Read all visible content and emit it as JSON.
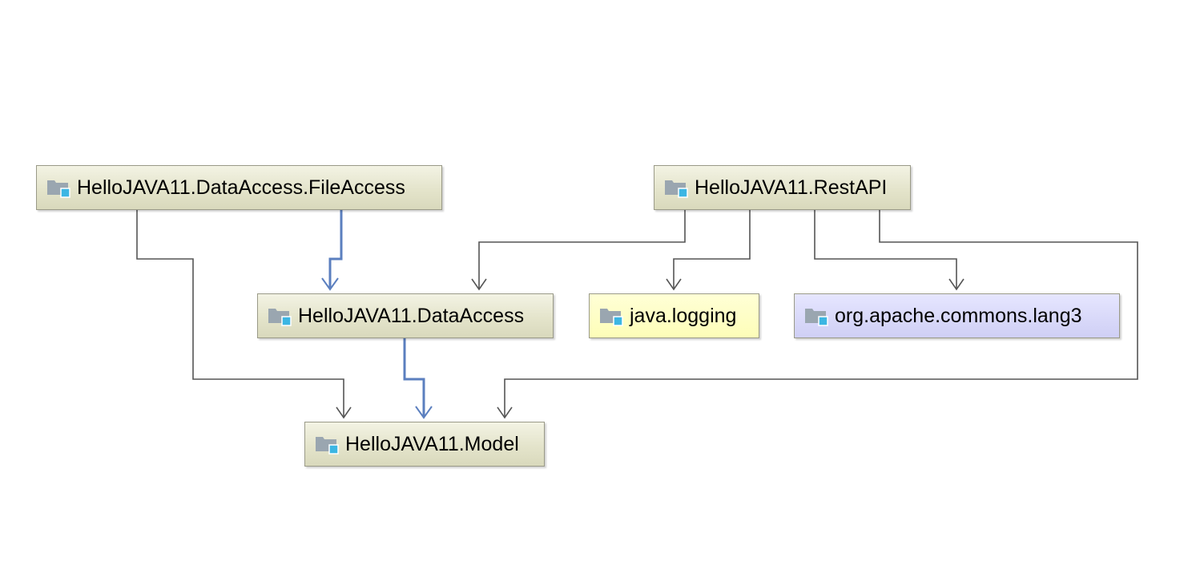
{
  "nodes": {
    "fileaccess": {
      "label": "HelloJAVA11.DataAccess.FileAccess",
      "kind": "project-module"
    },
    "restapi": {
      "label": "HelloJAVA11.RestAPI",
      "kind": "project-module"
    },
    "dataaccess": {
      "label": "HelloJAVA11.DataAccess",
      "kind": "project-module"
    },
    "logging": {
      "label": "java.logging",
      "kind": "jdk-module"
    },
    "lang3": {
      "label": "org.apache.commons.lang3",
      "kind": "library-module"
    },
    "model": {
      "label": "HelloJAVA11.Model",
      "kind": "project-module"
    }
  },
  "icons": {
    "module": "module-folder-icon"
  },
  "colors": {
    "project_fill": "#e4e4cb",
    "jdk_fill": "#fdfdb8",
    "library_fill": "#d6d6f8",
    "edge_plain": "#555555",
    "edge_highlight": "#5b7fbf",
    "icon_folder": "#9aa6b0",
    "icon_badge": "#3cb6e3"
  },
  "edges": [
    {
      "from": "fileaccess",
      "to": "model",
      "style": "plain"
    },
    {
      "from": "fileaccess",
      "to": "dataaccess",
      "style": "highlight"
    },
    {
      "from": "restapi",
      "to": "dataaccess",
      "style": "plain"
    },
    {
      "from": "restapi",
      "to": "logging",
      "style": "plain"
    },
    {
      "from": "restapi",
      "to": "lang3",
      "style": "plain"
    },
    {
      "from": "restapi",
      "to": "model",
      "style": "plain"
    },
    {
      "from": "dataaccess",
      "to": "model",
      "style": "highlight"
    }
  ]
}
